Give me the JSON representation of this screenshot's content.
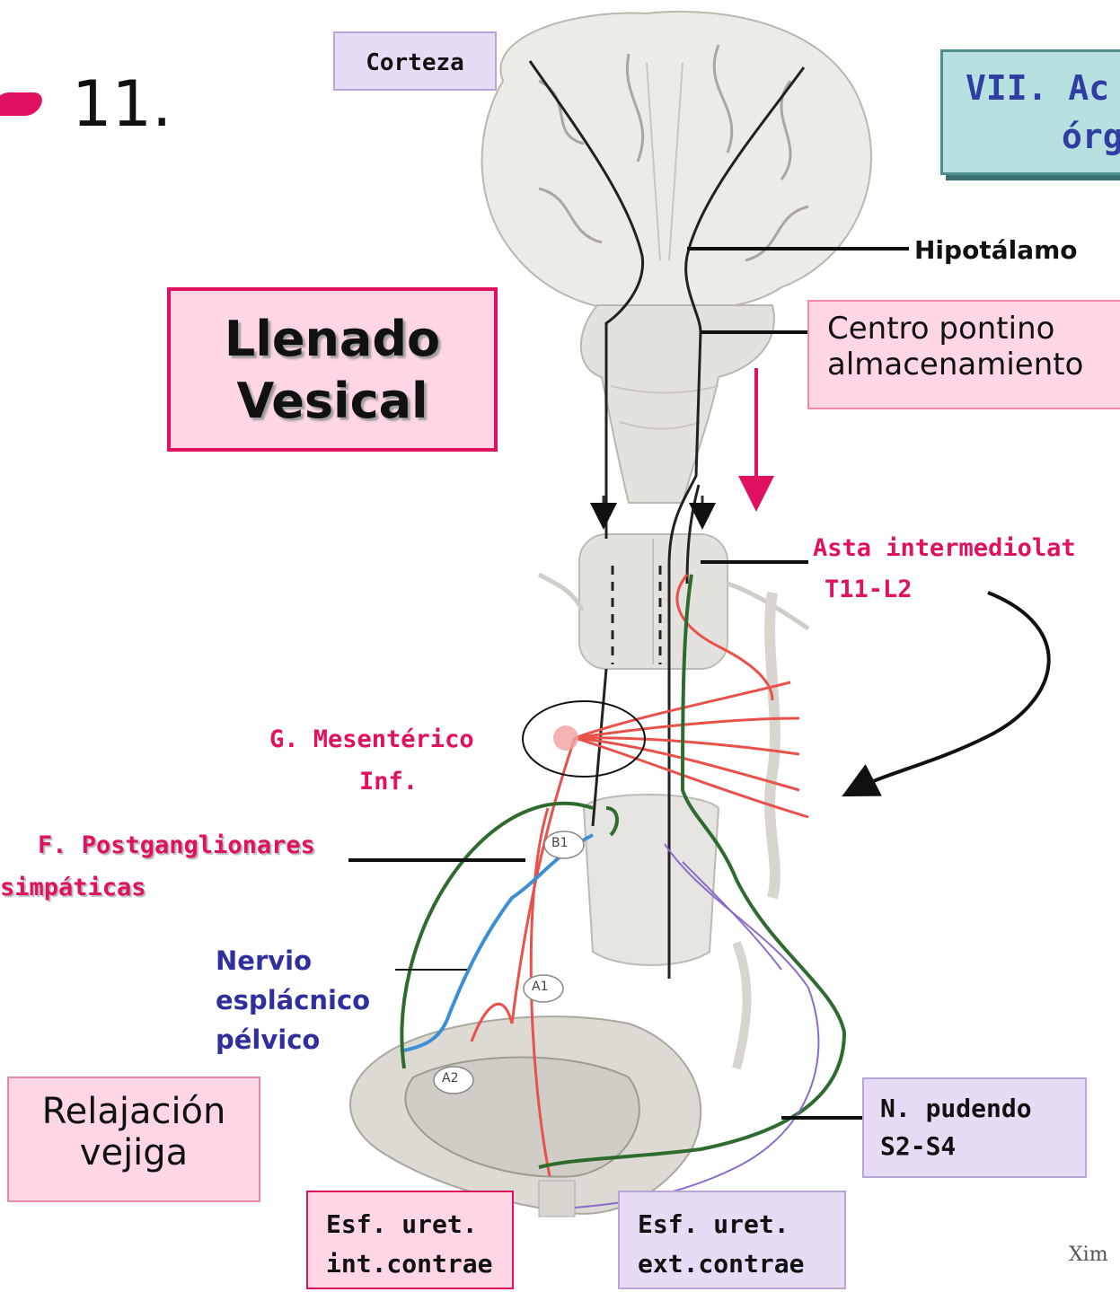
{
  "slide_number": "11.",
  "section_title_line1": "VII. Ac",
  "section_title_line2": "órg",
  "main_title_line1": "Llenado",
  "main_title_line2": "Vesical",
  "labels": {
    "corteza": "Corteza",
    "hipotalamo": "Hipotálamo",
    "centro_line1": "Centro pontino",
    "centro_line2": "almacenamiento",
    "asta_line1": "Asta intermediolat",
    "asta_line2": "T11-L2",
    "mesenterico_line1": "G. Mesentérico",
    "mesenterico_line2": "Inf.",
    "postgang_line1": "F. Postganglionares",
    "postgang_line2": "simpáticas",
    "nervio_line1": "Nervio",
    "nervio_line2": "esplácnico",
    "nervio_line3": "pélvico",
    "relajacion_line1": "Relajación",
    "relajacion_line2": "vejiga",
    "pudendo_line1": "N. pudendo",
    "pudendo_line2": "S2-S4",
    "esf_int_line1": "Esf. uret.",
    "esf_int_line2": "int.contrae",
    "esf_ext_line1": "Esf. uret.",
    "esf_ext_line2": "ext.contrae",
    "receptor_b1": "B1",
    "receptor_a1": "A1",
    "receptor_a2": "A2",
    "footer_author": "Xim"
  },
  "colors": {
    "accent_pink": "#e0115f",
    "label_blue": "#2f2f9e",
    "nerve_red": "#e8524a",
    "nerve_green": "#2e6b2e",
    "nerve_blue": "#3c8fd6",
    "nerve_purple": "#8a6cc8"
  }
}
